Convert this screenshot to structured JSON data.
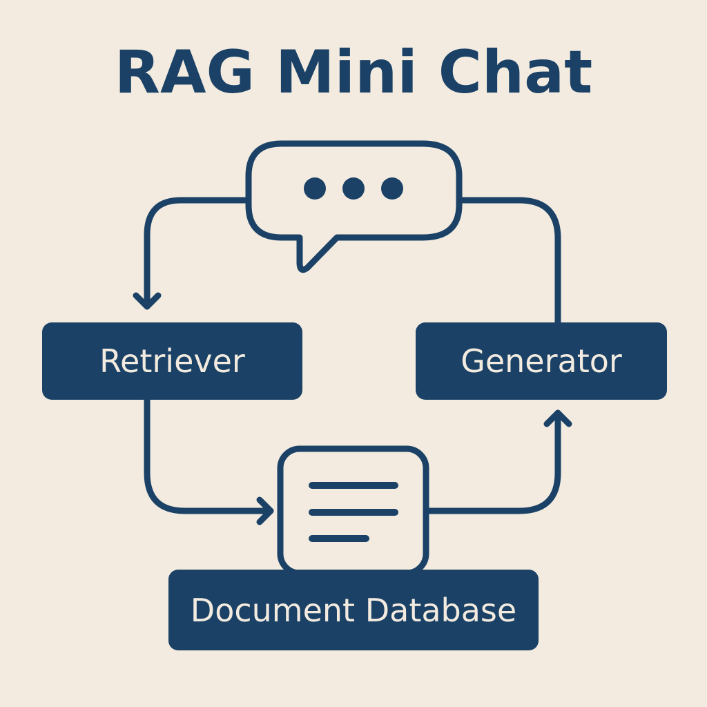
{
  "title": "RAG Mini Chat",
  "colors": {
    "background": "#f3ebe0",
    "primary": "#1b4266",
    "label_text": "#f3ebe0"
  },
  "icons": {
    "chat": "speech-bubble-with-ellipsis",
    "document": "document-with-text-lines"
  },
  "nodes": {
    "retriever": {
      "label": "Retriever"
    },
    "generator": {
      "label": "Generator"
    },
    "document_database": {
      "label": "Document Database"
    }
  },
  "edges": [
    {
      "from": "chat",
      "to": "retriever"
    },
    {
      "from": "retriever",
      "to": "document_database"
    },
    {
      "from": "document_database",
      "to": "generator"
    },
    {
      "from": "generator",
      "to": "chat"
    }
  ]
}
